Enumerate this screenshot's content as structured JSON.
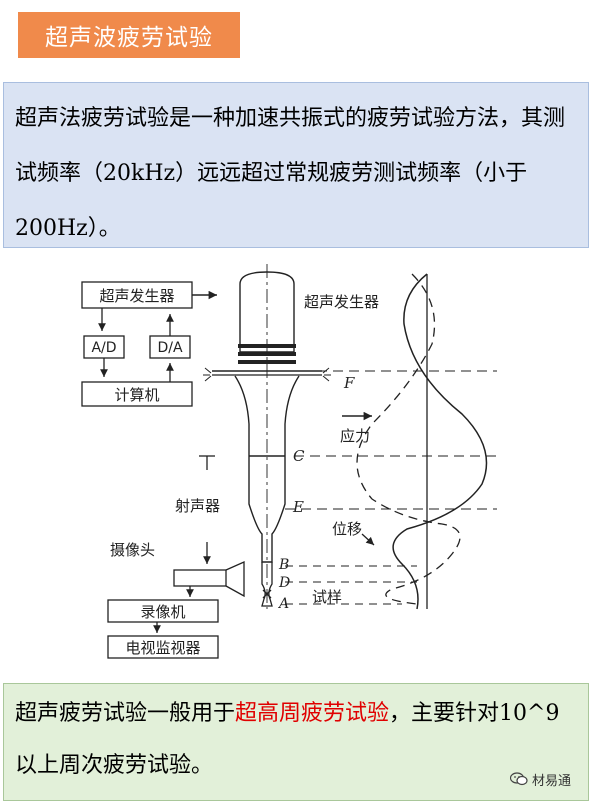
{
  "title": "超声波疲劳试验",
  "intro": {
    "text": "超声法疲劳试验是一种加速共振式的疲劳试验方法，其测试频率（20kHz）远远超过常规疲劳测试频率（小于200Hz）。"
  },
  "diagram": {
    "labels": {
      "generator_box": "超声发生器",
      "ad": "A/D",
      "da": "D/A",
      "computer": "计算机",
      "generator_side": "超声发生器",
      "stress": "应力",
      "horn": "射声器",
      "displacement": "位移",
      "camera": "摄像头",
      "recorder": "录像机",
      "monitor": "电视监视器",
      "specimen": "试样",
      "point_f": "F",
      "point_c": "C",
      "point_e": "E",
      "point_b": "B",
      "point_d": "D",
      "point_a": "A"
    }
  },
  "summary": {
    "text_before": "超声疲劳试验一般用于",
    "highlight": "超高周疲劳试验",
    "text_after": "，主要针对10^9以上周次疲劳试验。"
  },
  "watermark": {
    "text": "材易通"
  }
}
